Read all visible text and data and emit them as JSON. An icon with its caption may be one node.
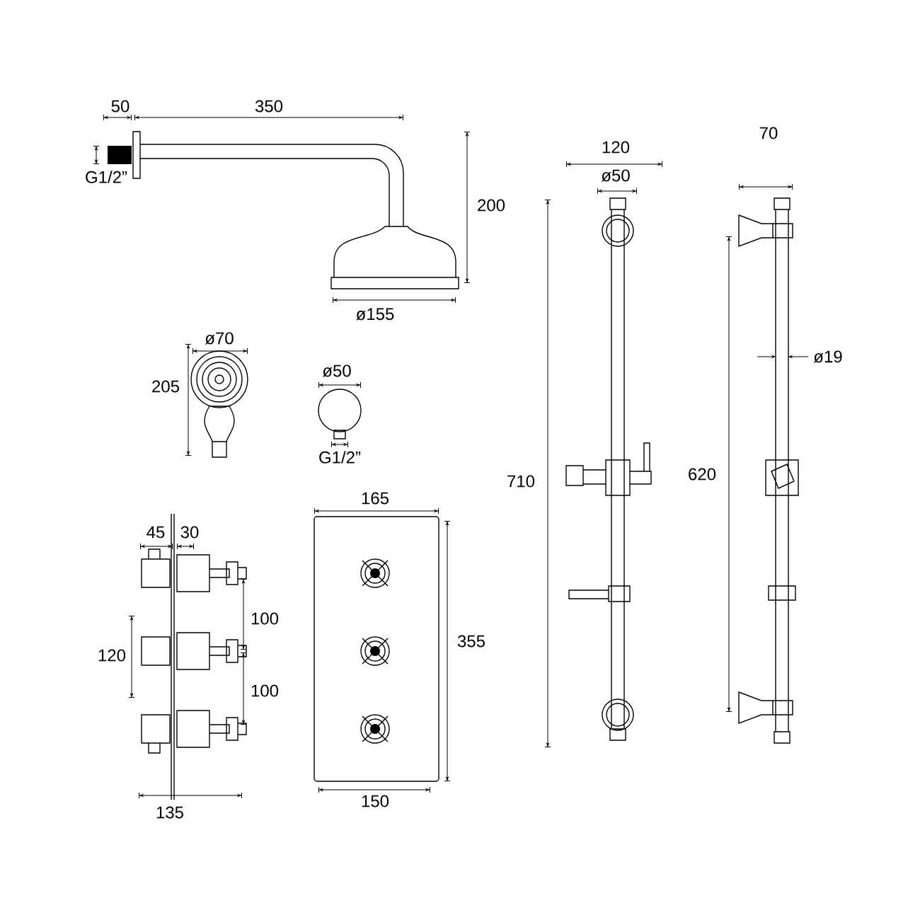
{
  "diagram": {
    "labels": [
      "50",
      "350",
      "G1/2”",
      "200",
      "120",
      "ø50",
      "70",
      "ø155",
      "ø70",
      "ø50",
      "ø19",
      "205",
      "G1/2”",
      "710",
      "620",
      "45",
      "30",
      "165",
      "100",
      "120",
      "100",
      "355",
      "135",
      "150"
    ]
  }
}
